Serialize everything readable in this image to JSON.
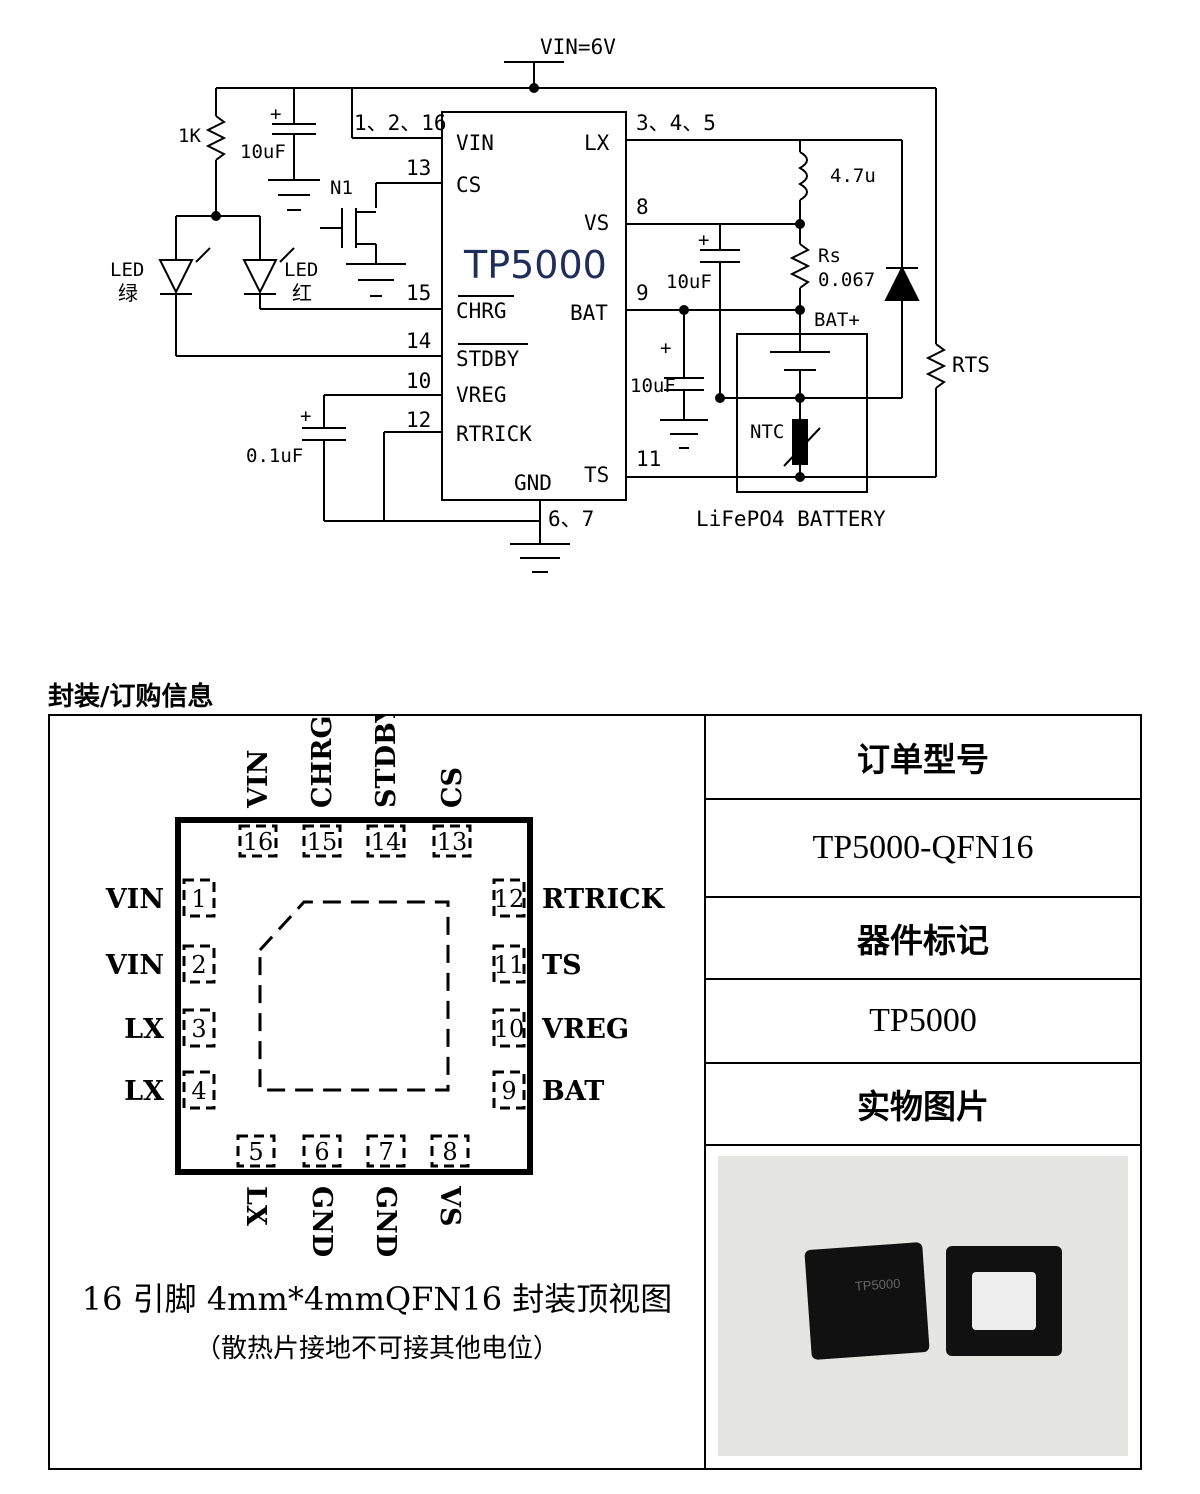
{
  "schematic": {
    "vin_label": "VIN=6V",
    "chip_name": "TP5000",
    "pins_left": [
      {
        "num": "1、2、16",
        "name": "VIN"
      },
      {
        "num": "13",
        "name": "CS"
      },
      {
        "num": "15",
        "name": "CHRG"
      },
      {
        "num": "14",
        "name": "STDBY"
      },
      {
        "num": "10",
        "name": "VREG"
      },
      {
        "num": "12",
        "name": "RTRICK"
      }
    ],
    "pins_right": [
      {
        "num": "3、4、5",
        "name": "LX"
      },
      {
        "num": "8",
        "name": "VS"
      },
      {
        "num": "9",
        "name": "BAT"
      },
      {
        "num": "11",
        "name": "TS"
      }
    ],
    "gnd_pin": {
      "num": "6、7",
      "name": "GND"
    },
    "components": {
      "r1k": "1K",
      "cap_vin": "10uF",
      "mosfet": "N1",
      "led_green": "LED",
      "led_green_cn": "绿",
      "led_red": "LED",
      "led_red_cn": "红",
      "inductor": "4.7u",
      "rs_name": "Rs",
      "rs_value": "0.067",
      "cap_vs": "10uF",
      "cap_bat": "10uF",
      "cap_vreg": "0.1uF",
      "bat_plus": "BAT+",
      "ntc": "NTC",
      "rts": "RTS",
      "battery": "LiFePO4 BATTERY",
      "plus_sign": "+"
    }
  },
  "package_section": {
    "title": "封装/订购信息",
    "top_pins": [
      "VIN",
      "CHRG",
      "STDBY",
      "CS"
    ],
    "top_nums": [
      "16",
      "15",
      "14",
      "13"
    ],
    "left_pins": [
      "VIN",
      "VIN",
      "LX",
      "LX"
    ],
    "left_nums": [
      "1",
      "2",
      "3",
      "4"
    ],
    "right_pins": [
      "RTRICK",
      "TS",
      "VREG",
      "BAT"
    ],
    "right_nums": [
      "12",
      "11",
      "10",
      "9"
    ],
    "bottom_pins": [
      "LX",
      "GND",
      "GND",
      "VS"
    ],
    "bottom_nums": [
      "5",
      "6",
      "7",
      "8"
    ],
    "caption": "16 引脚 4mm*4mmQFN16 封装顶视图",
    "note": "（散热片接地不可接其他电位）",
    "order_header": "订单型号",
    "order_value": "TP5000-QFN16",
    "mark_header": "器件标记",
    "mark_value": "TP5000",
    "photo_header": "实物图片",
    "photo_chip_text": "TP5000"
  }
}
